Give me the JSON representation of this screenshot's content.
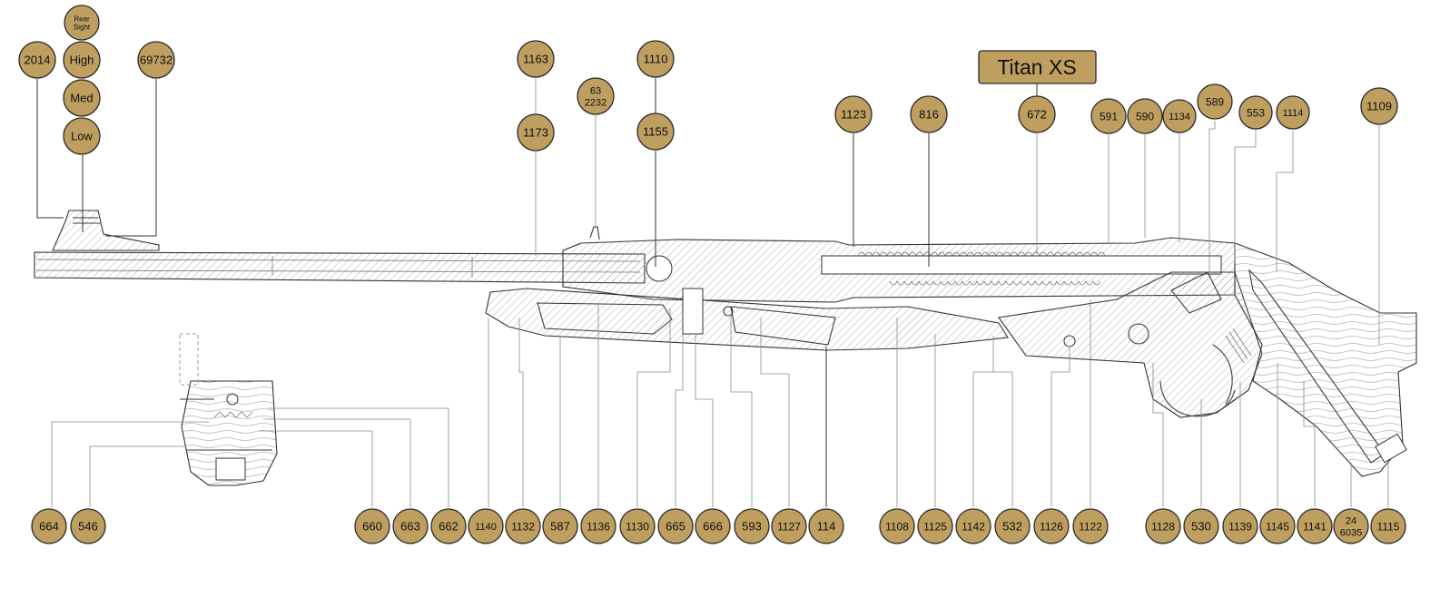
{
  "title": "Titan XS",
  "colors": {
    "callout_fill": "#bf9f5f",
    "outline": "#2a2a2a",
    "drawing": "#3a3a3a"
  },
  "callouts": [
    {
      "id": "rear-sight-label",
      "lines": [
        "Rear",
        "Sight"
      ]
    },
    {
      "id": "2014",
      "lines": [
        "2014"
      ]
    },
    {
      "id": "high",
      "lines": [
        "High"
      ]
    },
    {
      "id": "69732",
      "lines": [
        "69732"
      ]
    },
    {
      "id": "med",
      "lines": [
        "Med"
      ]
    },
    {
      "id": "low",
      "lines": [
        "Low"
      ]
    },
    {
      "id": "1163",
      "lines": [
        "1163"
      ]
    },
    {
      "id": "1173",
      "lines": [
        "1173"
      ]
    },
    {
      "id": "63-2232",
      "lines": [
        "63",
        "2232"
      ]
    },
    {
      "id": "1110",
      "lines": [
        "1110"
      ]
    },
    {
      "id": "1155",
      "lines": [
        "1155"
      ]
    },
    {
      "id": "1123",
      "lines": [
        "1123"
      ]
    },
    {
      "id": "816",
      "lines": [
        "816"
      ]
    },
    {
      "id": "672",
      "lines": [
        "672"
      ]
    },
    {
      "id": "591",
      "lines": [
        "591"
      ]
    },
    {
      "id": "590",
      "lines": [
        "590"
      ]
    },
    {
      "id": "1134",
      "lines": [
        "1134"
      ]
    },
    {
      "id": "589",
      "lines": [
        "589"
      ]
    },
    {
      "id": "553",
      "lines": [
        "553"
      ]
    },
    {
      "id": "1114",
      "lines": [
        "1114"
      ]
    },
    {
      "id": "1109",
      "lines": [
        "1109"
      ]
    },
    {
      "id": "664",
      "lines": [
        "664"
      ]
    },
    {
      "id": "546",
      "lines": [
        "546"
      ]
    },
    {
      "id": "660",
      "lines": [
        "660"
      ]
    },
    {
      "id": "663",
      "lines": [
        "663"
      ]
    },
    {
      "id": "662",
      "lines": [
        "662"
      ]
    },
    {
      "id": "1140",
      "lines": [
        "1140"
      ]
    },
    {
      "id": "1132",
      "lines": [
        "1132"
      ]
    },
    {
      "id": "587",
      "lines": [
        "587"
      ]
    },
    {
      "id": "1136",
      "lines": [
        "1136"
      ]
    },
    {
      "id": "1130",
      "lines": [
        "1130"
      ]
    },
    {
      "id": "665",
      "lines": [
        "665"
      ]
    },
    {
      "id": "666",
      "lines": [
        "666"
      ]
    },
    {
      "id": "593",
      "lines": [
        "593"
      ]
    },
    {
      "id": "1127",
      "lines": [
        "1127"
      ]
    },
    {
      "id": "114",
      "lines": [
        "114"
      ]
    },
    {
      "id": "1108",
      "lines": [
        "1108"
      ]
    },
    {
      "id": "1125",
      "lines": [
        "1125"
      ]
    },
    {
      "id": "1142",
      "lines": [
        "1142"
      ]
    },
    {
      "id": "532",
      "lines": [
        "532"
      ]
    },
    {
      "id": "1126",
      "lines": [
        "1126"
      ]
    },
    {
      "id": "1122",
      "lines": [
        "1122"
      ]
    },
    {
      "id": "1128",
      "lines": [
        "1128"
      ]
    },
    {
      "id": "530",
      "lines": [
        "530"
      ]
    },
    {
      "id": "1139",
      "lines": [
        "1139"
      ]
    },
    {
      "id": "1145",
      "lines": [
        "1145"
      ]
    },
    {
      "id": "1141",
      "lines": [
        "1141"
      ]
    },
    {
      "id": "24-6035",
      "lines": [
        "24",
        "6035"
      ]
    },
    {
      "id": "1115",
      "lines": [
        "1115"
      ]
    }
  ]
}
